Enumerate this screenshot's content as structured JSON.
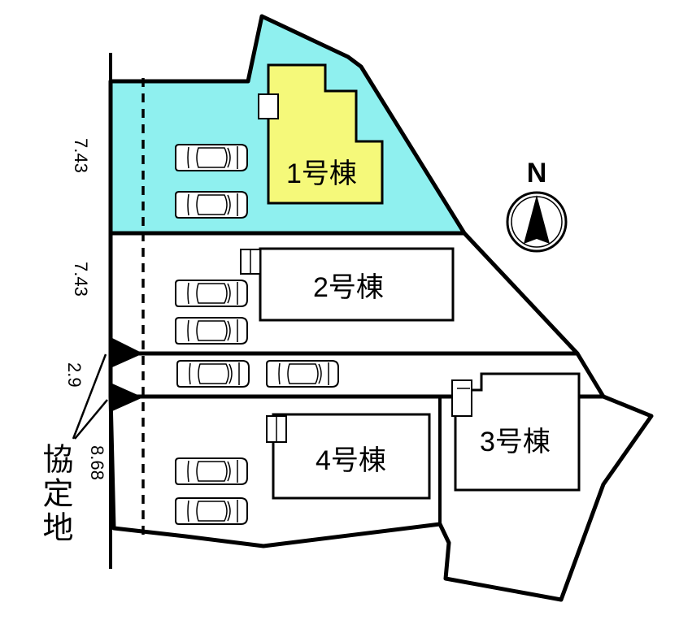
{
  "buildings": [
    {
      "label": "1号棟",
      "color": "#f5f97a"
    },
    {
      "label": "2号棟",
      "color": "#ffffff"
    },
    {
      "label": "3号棟",
      "color": "#ffffff"
    },
    {
      "label": "4号棟",
      "color": "#ffffff"
    }
  ],
  "lot1_color": "#8ff0ef",
  "frontages": [
    "7.43",
    "7.43",
    "2.9",
    "8.68"
  ],
  "agreement_land_label": "協定地",
  "north": {
    "label": "N"
  },
  "icons": [
    "car-icon",
    "access-marker-icon",
    "north-arrow-icon"
  ]
}
